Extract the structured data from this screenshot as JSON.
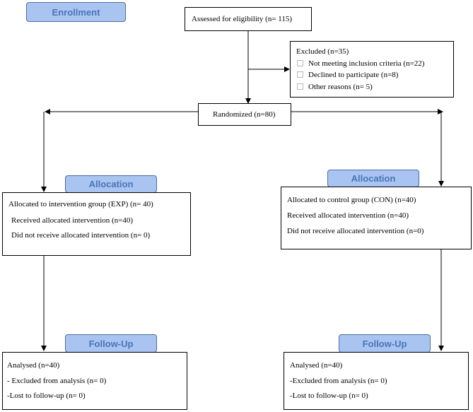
{
  "stages": {
    "enrollment": "Enrollment",
    "allocation_left": "Allocation",
    "allocation_right": "Allocation",
    "followup_left": "Follow-Up",
    "followup_right": "Follow-Up"
  },
  "assessed": "Assessed for eligibility (n= 115)",
  "excluded": {
    "title": "Excluded (n=35)",
    "items": [
      "Not meeting inclusion criteria (n=22)",
      "Declined to participate (n=8)",
      "Other reasons (n= 5)"
    ]
  },
  "randomized": "Randomized (n=80)",
  "exp_allocation": {
    "lines": [
      "Allocated to intervention group (EXP) (n= 40)",
      "Received allocated intervention (n=40)",
      "Did not receive allocated intervention (n= 0)"
    ]
  },
  "con_allocation": {
    "lines": [
      "Allocated to control group (CON) (n=40)",
      "Received allocated intervention (n=40)",
      "Did not receive allocated intervention (n=0)"
    ]
  },
  "exp_followup": {
    "lines": [
      "Analysed (n=40)",
      "- Excluded from analysis (n= 0)",
      "-Lost to follow-up (n= 0)"
    ]
  },
  "con_followup": {
    "lines": [
      "Analysed (n=40)",
      "-Excluded from analysis (n= 0)",
      "-Lost to follow-up (n= 0)"
    ]
  },
  "colors": {
    "stage_fill": "#a9c4f0",
    "stage_text": "#4a74b8",
    "line": "#000000"
  }
}
